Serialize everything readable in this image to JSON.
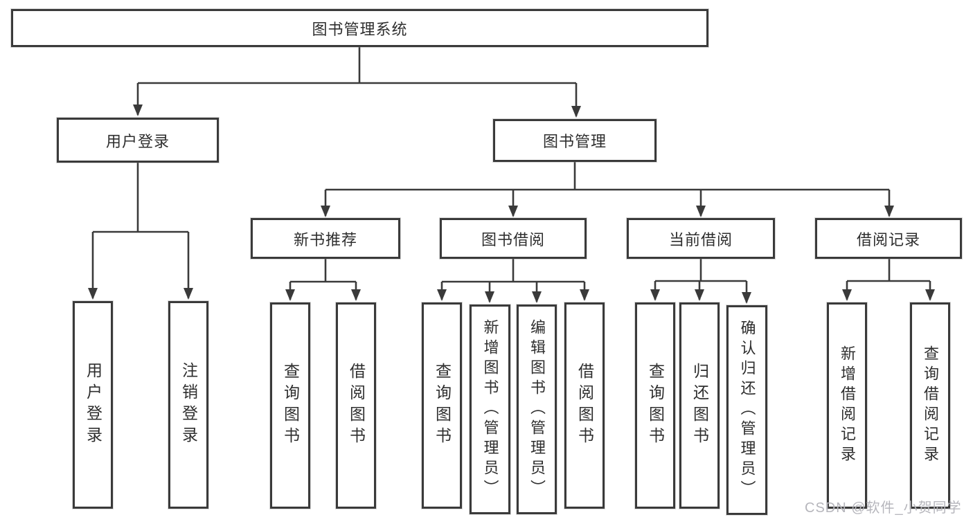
{
  "tree": {
    "root": "图书管理系统",
    "level2": [
      {
        "label": "用户登录",
        "children": [
          "用户登录",
          "注销登录"
        ]
      },
      {
        "label": "图书管理",
        "children": [
          {
            "label": "新书推荐",
            "children": [
              "查询图书",
              "借阅图书"
            ]
          },
          {
            "label": "图书借阅",
            "children": [
              "查询图书",
              "新增图书（管理员）",
              "编辑图书（管理员）",
              "借阅图书"
            ]
          },
          {
            "label": "当前借阅",
            "children": [
              "查询图书",
              "归还图书",
              "确认归还（管理员）"
            ]
          },
          {
            "label": "借阅记录",
            "children": [
              "新增借阅记录",
              "查询借阅记录"
            ]
          }
        ]
      }
    ]
  },
  "colors": {
    "line": "#3a3a3a",
    "text": "#2e2e2e",
    "background": "#ffffff",
    "watermark": "#b6b6bc"
  },
  "watermark": {
    "text": "CSDN @软件_小贺同学"
  }
}
